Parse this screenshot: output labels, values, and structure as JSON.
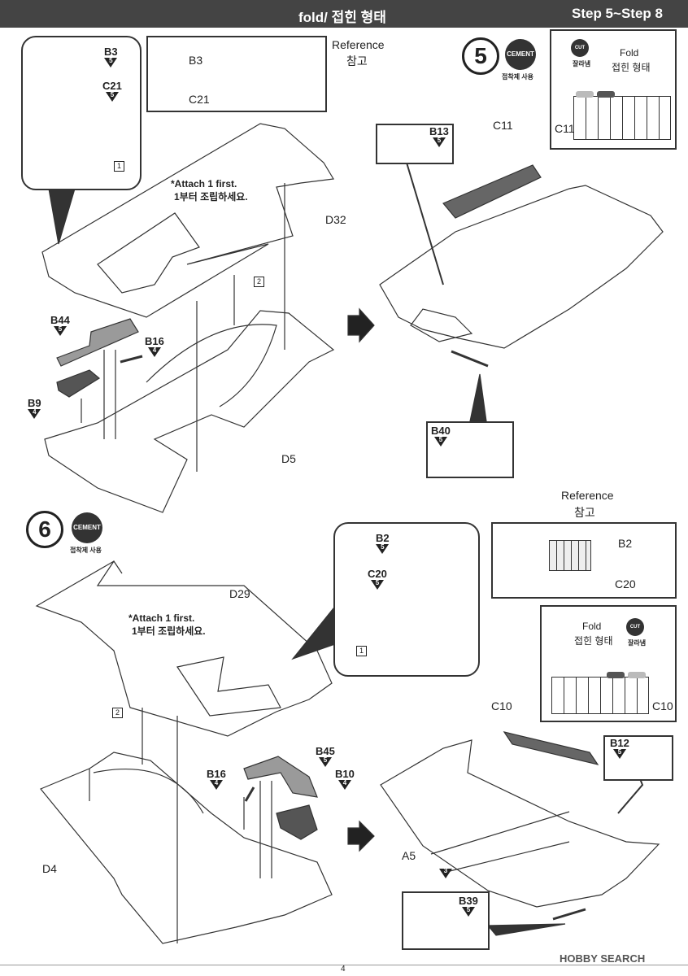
{
  "header": {
    "title_left": "fold/ 접힌 형태",
    "title_right": "Step 5~Step 8"
  },
  "step5": {
    "number": "5",
    "cement_icon": "CEMENT",
    "cement_text": "접착제 사용",
    "reference_en": "Reference",
    "reference_ko": "참고",
    "attach_note_en": "*Attach 1 first.",
    "attach_note_ko": "1부터 조립하세요.",
    "cut_icon": "CUT",
    "cut_text": "잘라냄",
    "fold_en": "Fold",
    "fold_ko": "접힌 형태",
    "sub1": "1",
    "sub2": "2",
    "parts": {
      "B3": "B3",
      "B3_n": "5",
      "C21": "C21",
      "C21_n": "5",
      "D32": "D32",
      "B44": "B44",
      "B44_n": "5",
      "B16": "B16",
      "B16_n": "4",
      "B9": "B9",
      "B9_n": "4",
      "D5": "D5",
      "C11": "C11",
      "C11b": "C11",
      "B13": "B13",
      "B13_n": "5",
      "B40": "B40",
      "B40_n": "5"
    }
  },
  "step6": {
    "number": "6",
    "cement_icon": "CEMENT",
    "cement_text": "접착제 사용",
    "reference_en": "Reference",
    "reference_ko": "참고",
    "attach_note_en": "*Attach 1 first.",
    "attach_note_ko": "1부터 조립하세요.",
    "cut_icon": "CUT",
    "cut_text": "잘라냄",
    "fold_en": "Fold",
    "fold_ko": "접힌 형태",
    "sub1": "1",
    "sub2": "2",
    "callout3": "3",
    "parts": {
      "B2": "B2",
      "B2_n": "5",
      "C20": "C20",
      "C20_n": "5",
      "D29": "D29",
      "B45": "B45",
      "B45_n": "5",
      "B16": "B16",
      "B16_n": "4",
      "B10": "B10",
      "B10_n": "4",
      "D4": "D4",
      "C10": "C10",
      "C10b": "C10",
      "B12": "B12",
      "B12_n": "5",
      "B39": "B39",
      "B39_n": "5",
      "A5": "A5",
      "B20ref": "B2",
      "C20ref": "C20"
    }
  },
  "footer": {
    "page": "4",
    "watermark": "HOBBY SEARCH"
  }
}
